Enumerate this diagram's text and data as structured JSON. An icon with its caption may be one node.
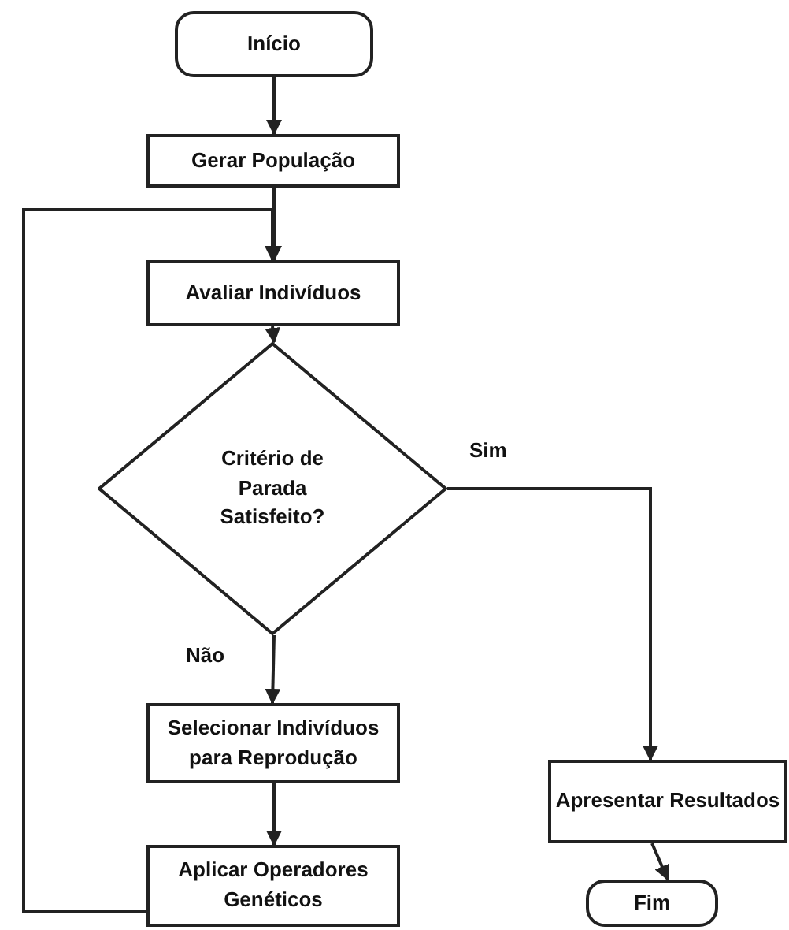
{
  "diagram": {
    "nodes": [
      {
        "text": [
          "Início"
        ]
      },
      {
        "text": [
          "Gerar População"
        ]
      },
      {
        "text": [
          "Avaliar Indivíduos"
        ]
      },
      {
        "text": [
          "Critério de Parada Satisfeito?"
        ]
      },
      {
        "text": [
          "Selecionar Indivíduos para Reprodução"
        ]
      },
      {
        "text": [
          "Aplicar Operadores Genéticos"
        ]
      },
      {
        "text": [
          "Apresentar Resultados"
        ]
      },
      {
        "text": [
          "Fim"
        ]
      }
    ],
    "edges": [
      {
        "from": 0,
        "to": 1,
        "arrow": "to"
      },
      {
        "from": 1,
        "to": 2,
        "arrow": "to"
      },
      {
        "from": 2,
        "to": 3,
        "arrow": "to"
      },
      {
        "from": 3,
        "to": 4,
        "arrow": "to",
        "label": "Não"
      },
      {
        "from": 3,
        "to": 6,
        "arrow": "to",
        "label": "Sim"
      },
      {
        "from": 4,
        "to": 5,
        "arrow": "to"
      },
      {
        "from": 5,
        "to": 2,
        "arrow": "to"
      },
      {
        "from": 6,
        "to": 7,
        "arrow": "to"
      }
    ]
  }
}
